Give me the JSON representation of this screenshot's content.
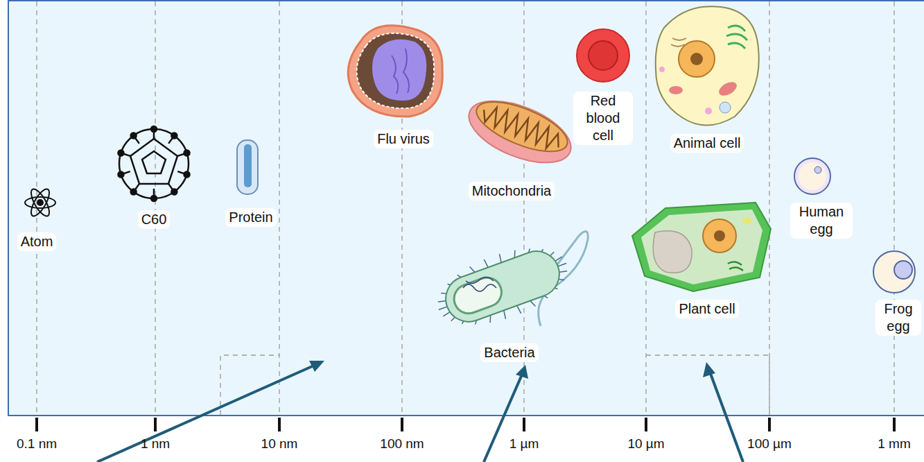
{
  "diagram": {
    "labels": [
      "Flu virus",
      "Red blood cell",
      "Animal cell",
      "Mitochondria",
      "C60",
      "Protein",
      "Atom",
      "Human egg",
      "Plant cell",
      "Frog egg",
      "Bacteria",
      "0.1 nm",
      "1 nm",
      "10 nm",
      "100 nm",
      "1 µm",
      "10 µm",
      "100 µm",
      "1 mm"
    ]
  }
}
